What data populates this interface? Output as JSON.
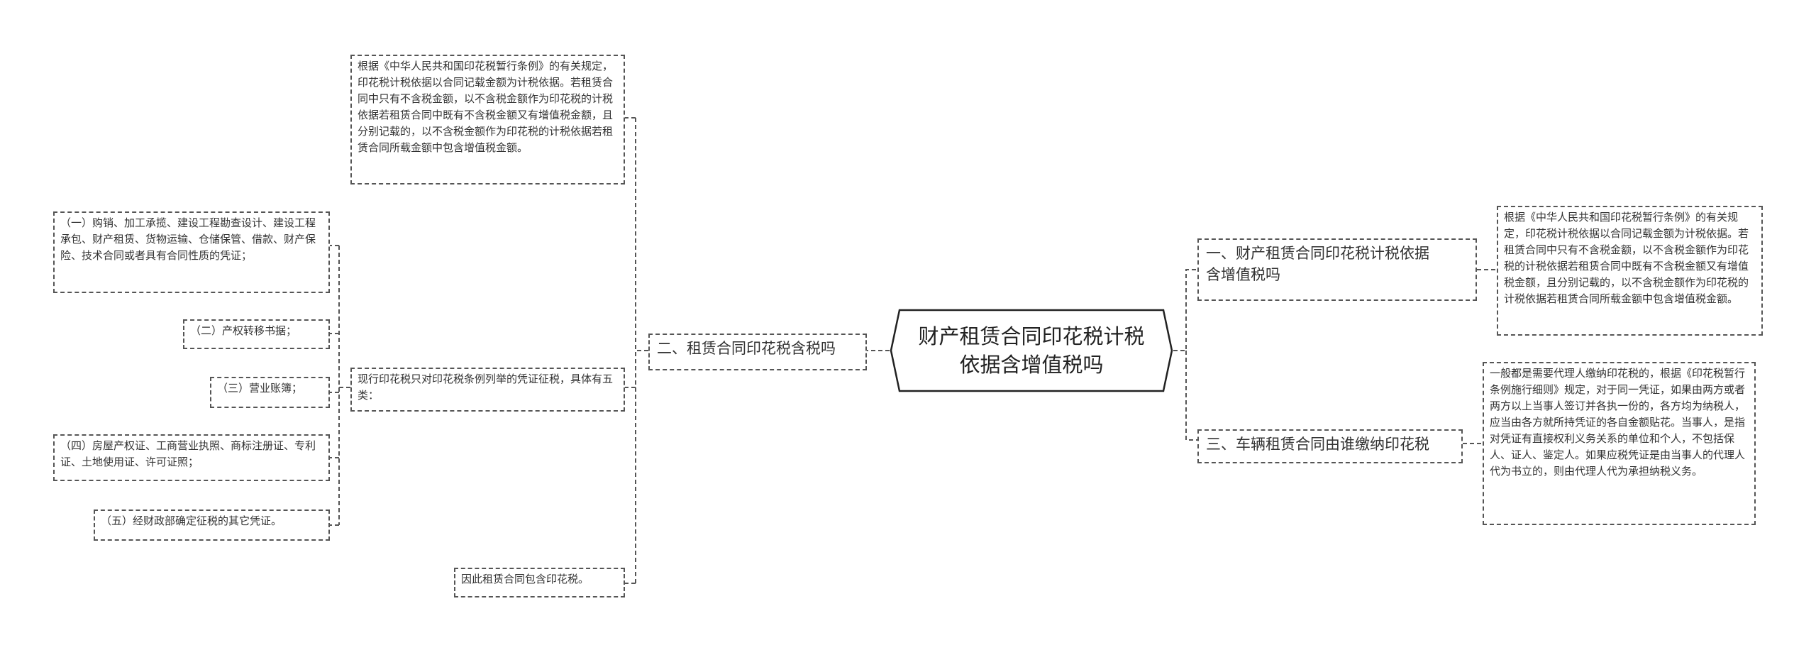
{
  "root": {
    "title": "财产租赁合同印花税计税\n依据含增值税吗"
  },
  "branches": {
    "b1": {
      "label": "一、财产租赁合同印花税计税依据\n含增值税吗"
    },
    "b2": {
      "label": "二、租赁合同印花税含税吗"
    },
    "b3": {
      "label": "三、车辆租赁合同由谁缴纳印花税"
    }
  },
  "leaves": {
    "b1_text": "根据《中华人民共和国印花税暂行条例》的有关规定，印花税计税依据以合同记载金额为计税依据。若租赁合同中只有不含税金额，以不含税金额作为印花税的计税依据若租赁合同中既有不含税金额又有增值税金额，且分别记载的，以不含税金额作为印花税的计税依据若租赁合同所载金额中包含增值税金额。",
    "b3_text": "一般都是需要代理人缴纳印花税的，根据《印花税暂行条例施行细则》规定，对于同一凭证，如果由两方或者两方以上当事人签订并各执一份的，各方均为纳税人，应当由各方就所持凭证的各自金额贴花。当事人，是指对凭证有直接权利义务关系的单位和个人，不包括保人、证人、鉴定人。如果应税凭证是由当事人的代理人代为书立的，则由代理人代为承担纳税义务。",
    "b2_text1": "根据《中华人民共和国印花税暂行条例》的有关规定，印花税计税依据以合同记载金额为计税依据。若租赁合同中只有不含税金额，以不含税金额作为印花税的计税依据若租赁合同中既有不含税金额又有增值税金额，且分别记载的，以不含税金额作为印花税的计税依据若租赁合同所载金额中包含增值税金额。",
    "b2_text2": "现行印花税只对印花税条例列举的凭证征税，具体有五类：",
    "b2_text3": "因此租赁合同包含印花税。",
    "sub": [
      "（一）购销、加工承揽、建设工程勘查设计、建设工程承包、财产租赁、货物运输、仓储保管、借款、财产保险、技术合同或者具有合同性质的凭证；",
      "（二）产权转移书据；",
      "（三）营业账簿；",
      "（四）房屋产权证、工商营业执照、商标注册证、专利证、土地使用证、许可证照；",
      "（五）经财政部确定征税的其它凭证。"
    ]
  },
  "colors": {
    "line": "#555555",
    "text": "#333333",
    "background": "#ffffff"
  }
}
